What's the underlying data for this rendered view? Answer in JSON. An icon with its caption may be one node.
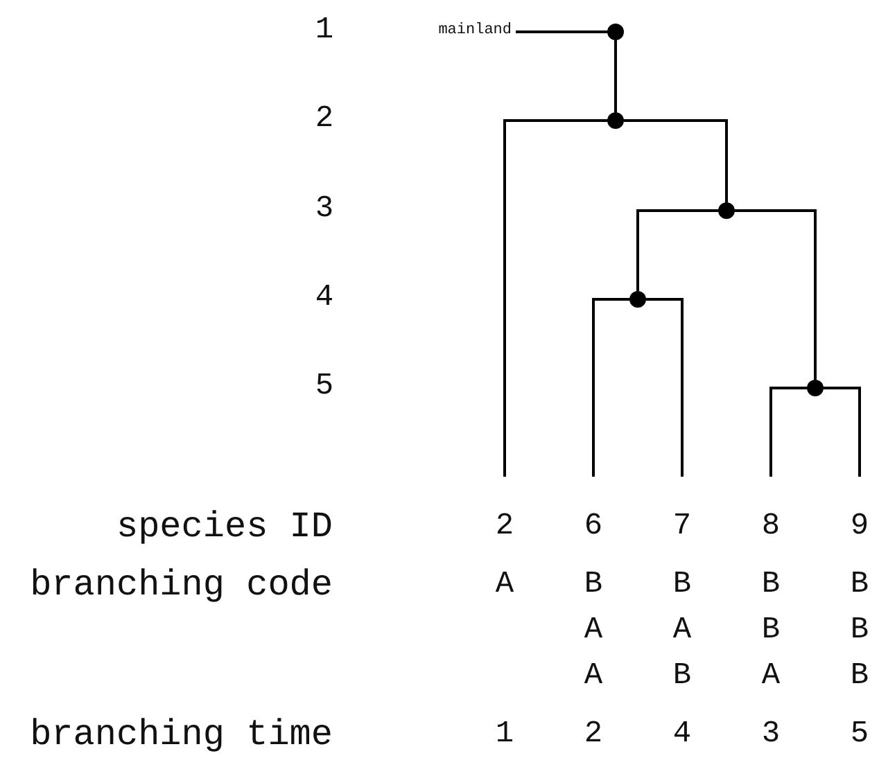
{
  "diagram": {
    "nodes": [
      {
        "text": [
          "mainland"
        ]
      },
      {
        "text": [],
        "shape": "circle"
      },
      {
        "text": [],
        "shape": "circle"
      },
      {
        "text": [],
        "shape": "circle"
      },
      {
        "text": [],
        "shape": "circle"
      },
      {
        "text": [],
        "shape": "circle"
      }
    ],
    "edges": [
      {
        "from": 0,
        "to": 1,
        "arrow": "none"
      },
      {
        "from": 1,
        "to": 2,
        "arrow": "none"
      },
      {
        "from": 2,
        "to": null,
        "arrow": "none"
      },
      {
        "from": 2,
        "to": 3,
        "arrow": "none"
      },
      {
        "from": 3,
        "to": 4,
        "arrow": "none"
      },
      {
        "from": 3,
        "to": 5,
        "arrow": "none"
      },
      {
        "from": 4,
        "to": null,
        "arrow": "none"
      },
      {
        "from": 4,
        "to": null,
        "arrow": "none"
      },
      {
        "from": 5,
        "to": null,
        "arrow": "none"
      },
      {
        "from": 5,
        "to": null,
        "arrow": "none"
      }
    ],
    "labels": [
      "1",
      "2",
      "3",
      "4",
      "5",
      "species ID",
      "2",
      "6",
      "7",
      "8",
      "9",
      "branching code",
      "A",
      "B",
      "B",
      "B",
      "B",
      "A",
      "A",
      "B",
      "B",
      "A",
      "B",
      "A",
      "B",
      "branching time",
      "1",
      "2",
      "4",
      "3",
      "5"
    ]
  }
}
